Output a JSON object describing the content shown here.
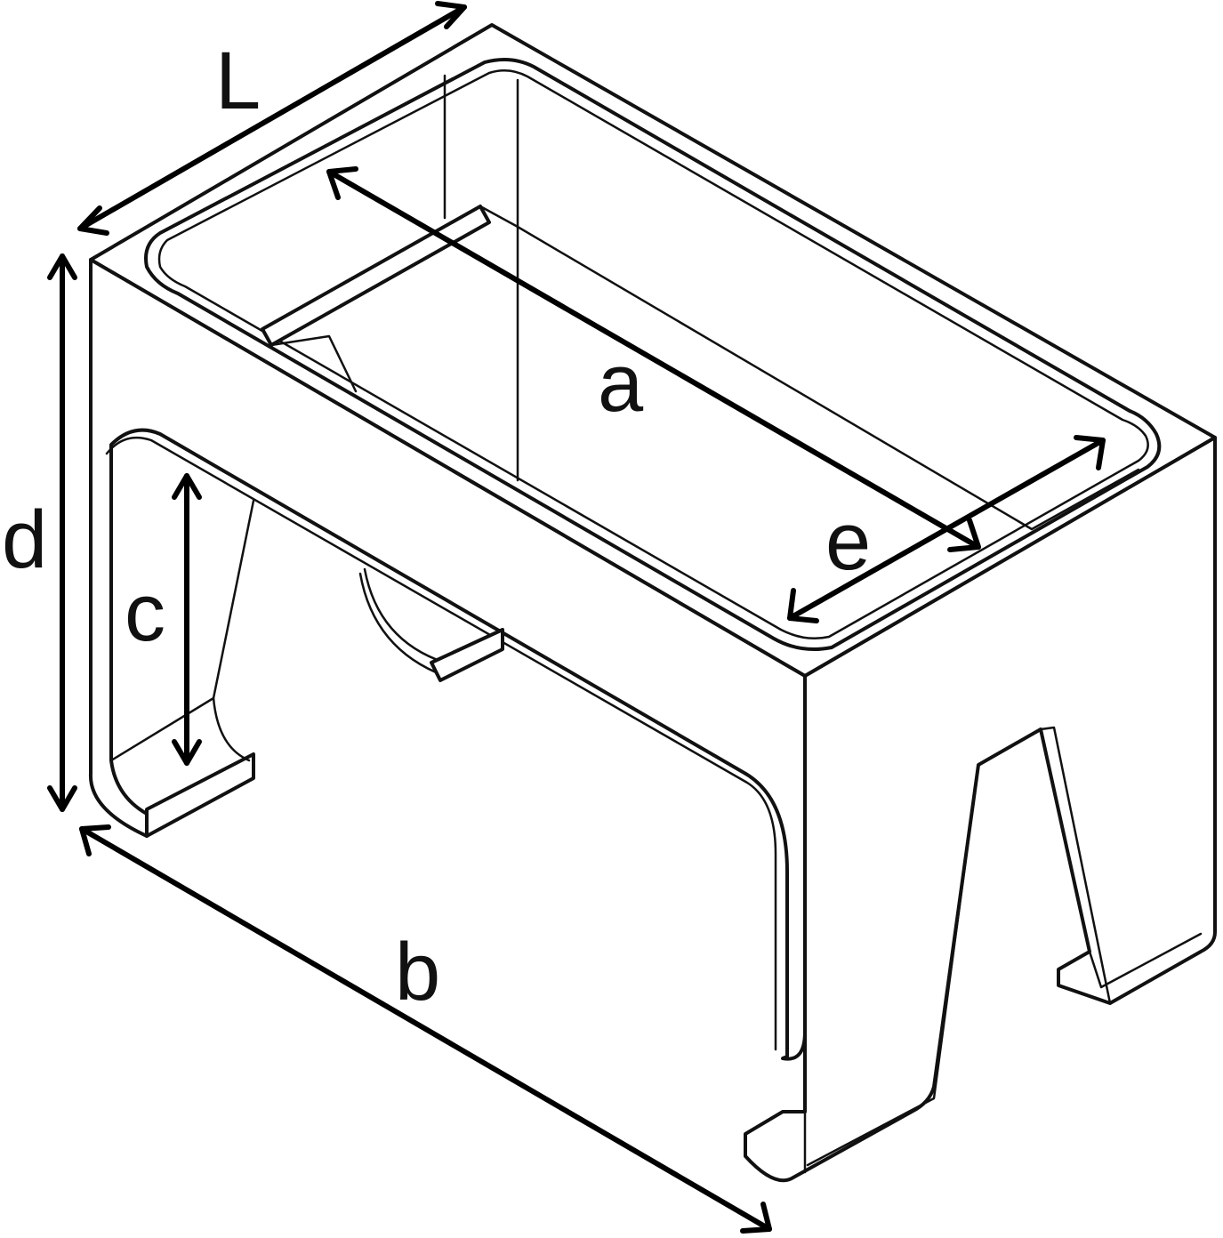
{
  "diagram": {
    "dimensions": [
      {
        "id": "L",
        "label": "L"
      },
      {
        "id": "a",
        "label": "a"
      },
      {
        "id": "b",
        "label": "b"
      },
      {
        "id": "c",
        "label": "c"
      },
      {
        "id": "d",
        "label": "d"
      },
      {
        "id": "e",
        "label": "e"
      }
    ]
  }
}
